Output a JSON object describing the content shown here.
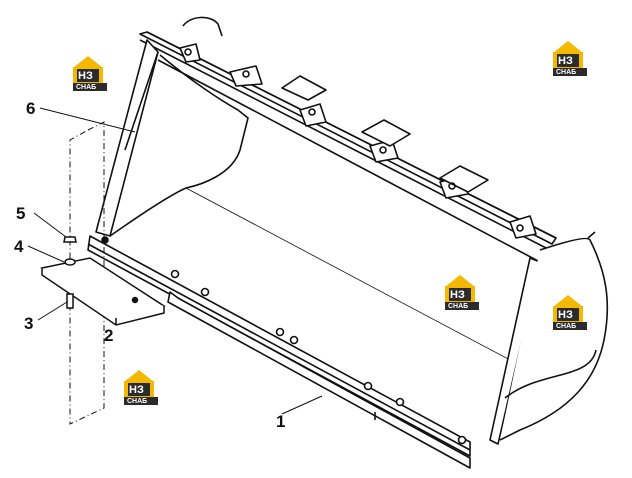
{
  "callouts": [
    {
      "id": "1",
      "label": "1"
    },
    {
      "id": "2",
      "label": "2"
    },
    {
      "id": "3",
      "label": "3"
    },
    {
      "id": "4",
      "label": "4"
    },
    {
      "id": "5",
      "label": "5"
    },
    {
      "id": "6",
      "label": "6"
    }
  ],
  "watermark": {
    "logo_text": "НЗ",
    "sub_text": "СНАБ"
  },
  "colors": {
    "watermark_yellow": "#f5b800",
    "watermark_dark": "#2b2b2b",
    "line": "#111111"
  }
}
